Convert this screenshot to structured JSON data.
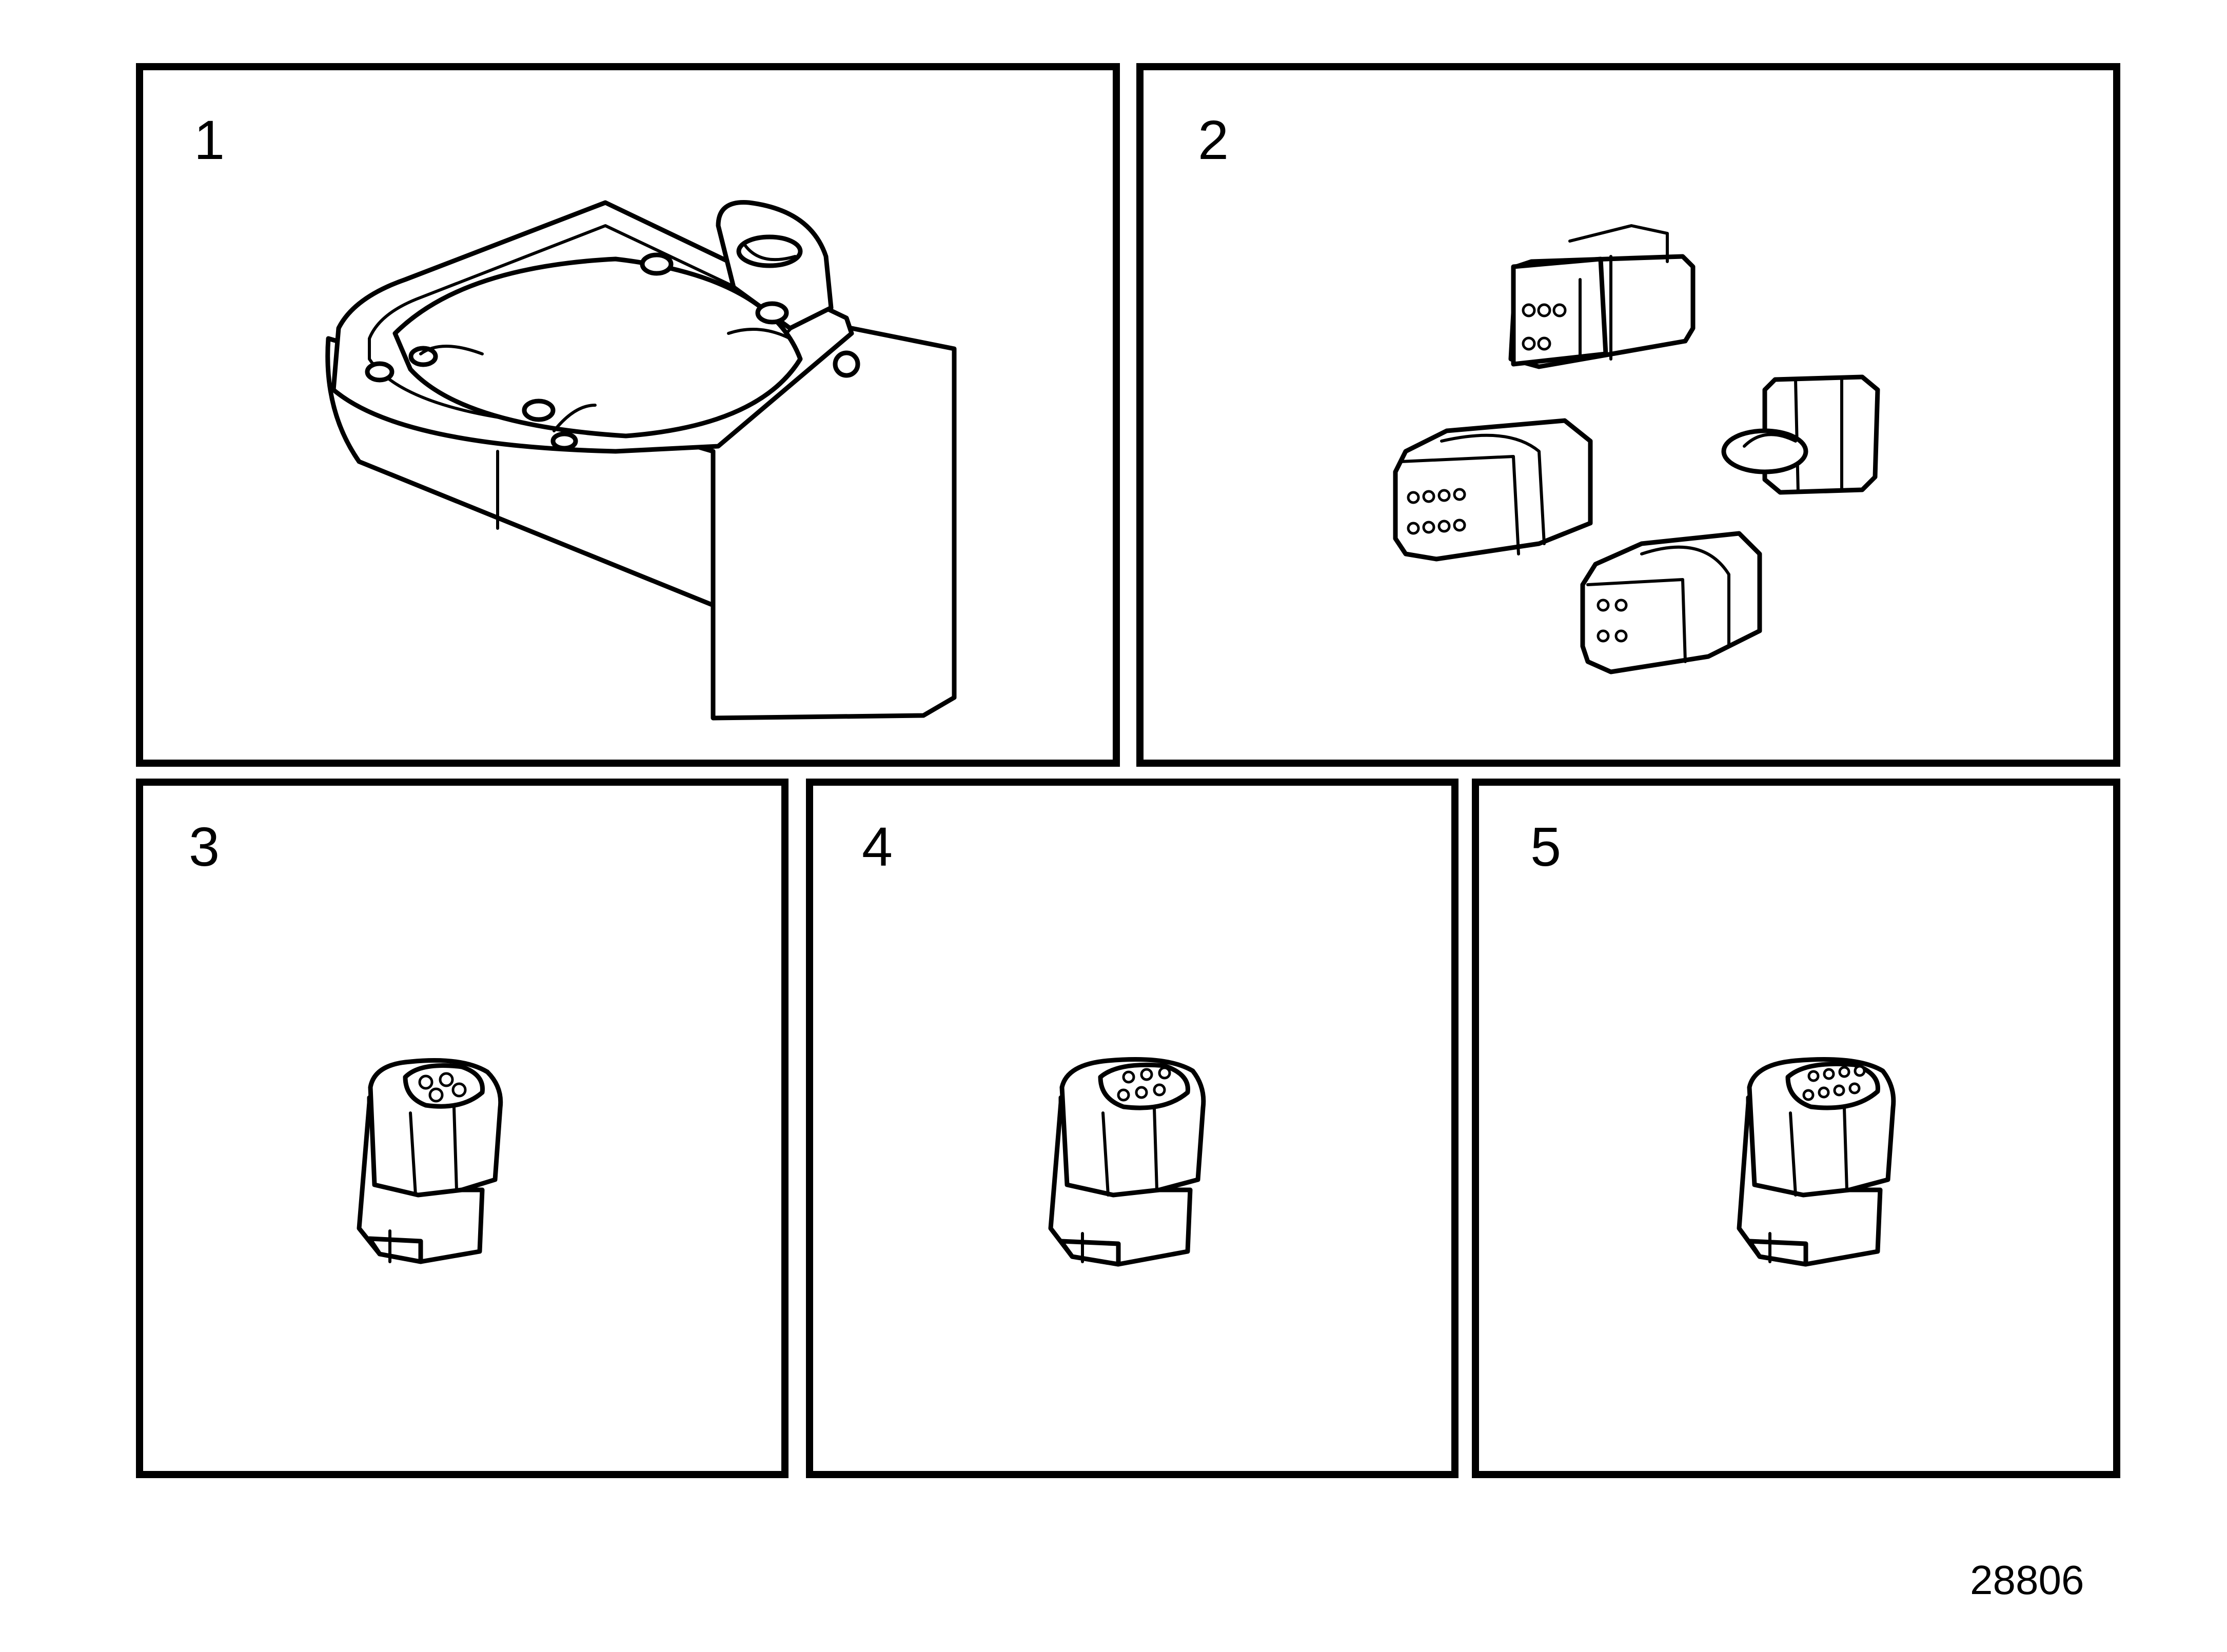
{
  "panels": [
    {
      "number": "1",
      "icon": "connector-housing-icon"
    },
    {
      "number": "2",
      "icon": "connector-set-icon"
    },
    {
      "number": "3",
      "icon": "connector-3-pin-icon"
    },
    {
      "number": "4",
      "icon": "connector-4-pin-icon"
    },
    {
      "number": "5",
      "icon": "connector-6-pin-icon"
    }
  ],
  "figure_id": "28806",
  "colors": {
    "ink": "#000000",
    "paper": "#ffffff"
  }
}
